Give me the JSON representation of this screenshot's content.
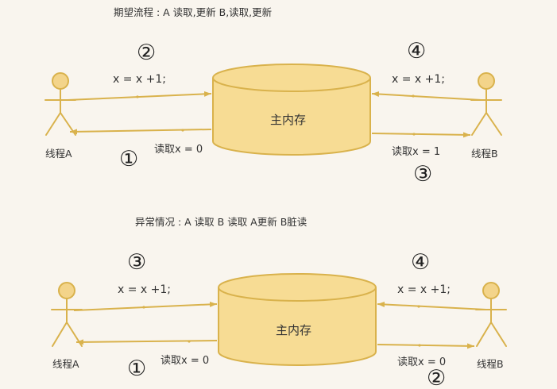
{
  "sections": [
    {
      "title": "期望流程 : A 读取,更新 B,读取,更新",
      "store_label": "主内存",
      "actor_a": "线程A",
      "actor_b": "线程B",
      "left_write": "x = x +1;",
      "left_read": "读取x = 0",
      "right_write": "x = x +1;",
      "right_read": "读取x = 1",
      "step_left_write": "②",
      "step_left_read": "①",
      "step_right_write": "④",
      "step_right_read": "③"
    },
    {
      "title": "异常情况 : A 读取 B 读取 A更新 B脏读",
      "store_label": "主内存",
      "actor_a": "线程A",
      "actor_b": "线程B",
      "left_write": "x = x +1;",
      "left_read": "读取x = 0",
      "right_write": "x = x +1;",
      "right_read": "读取x = 0",
      "step_left_write": "③",
      "step_left_read": "①",
      "step_right_write": "④",
      "step_right_read": "②"
    }
  ],
  "colors": {
    "background": "#f9f5ee",
    "stroke": "#d9b24c",
    "fill": "#f7dc94",
    "head_fill": "#f3d48a",
    "text": "#333333"
  }
}
